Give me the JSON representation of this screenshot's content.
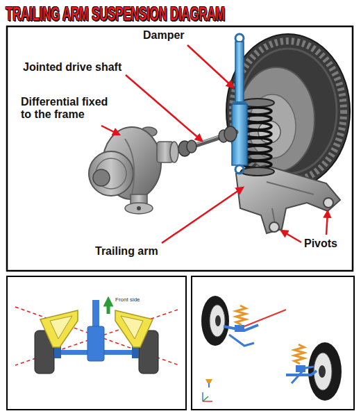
{
  "diagram": {
    "title": "TRAILING ARM SUSPENSION DIAGRAM",
    "labels": [
      "Damper",
      "Jointed drive shaft",
      "Differential fixed to the frame",
      "Trailing arm",
      "Pivots",
      "Front side"
    ]
  }
}
